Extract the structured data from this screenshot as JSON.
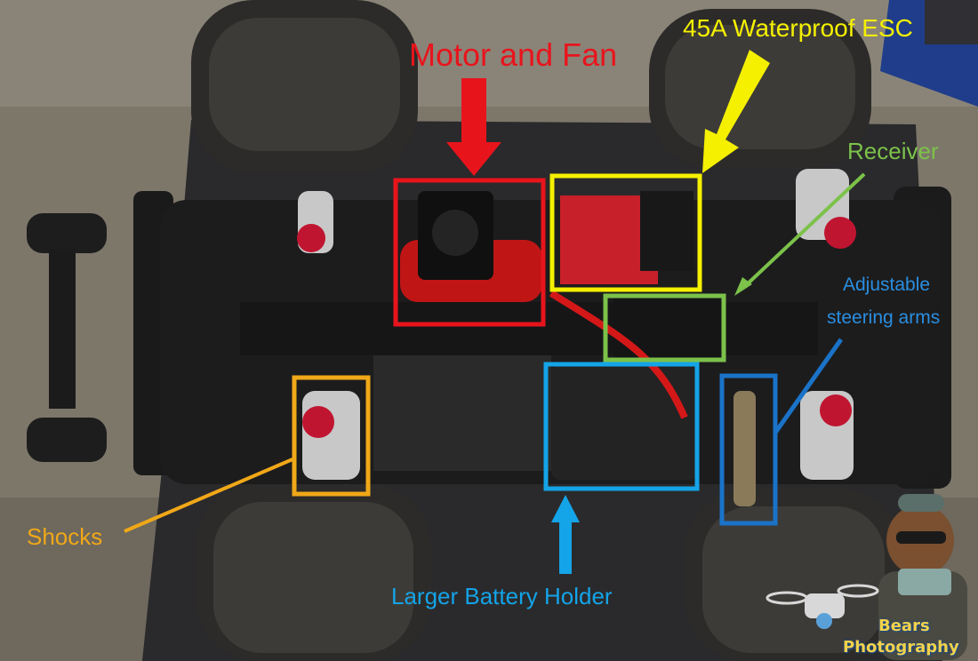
{
  "labels": {
    "motor": "Motor and Fan",
    "esc": "45A Waterproof ESC",
    "receiver": "Receiver",
    "steering_line1": "Adjustable",
    "steering_line2": "steering arms",
    "shocks": "Shocks",
    "battery": "Larger Battery Holder"
  },
  "watermark": {
    "line1": "Bears",
    "line2": "Photography"
  },
  "colors": {
    "motor": "#e8141c",
    "esc": "#f4f000",
    "receiver": "#7cc24a",
    "steering": "#1a73c8",
    "steering_text": "#2a8ee0",
    "shocks": "#f0a818",
    "battery": "#14a4e8",
    "watermark": "#f2d24a"
  },
  "icons": [
    "bear-mascot-icon",
    "drone-icon"
  ]
}
